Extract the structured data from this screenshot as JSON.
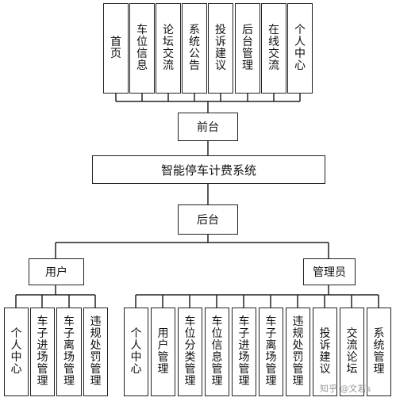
{
  "top_modules": [
    "首页",
    "车位信息",
    "论坛交流",
    "系统公告",
    "投诉建议",
    "后台管理",
    "在线交流",
    "个人中心"
  ],
  "front_label": "前台",
  "system_title": "智能停车计费系统",
  "back_label": "后台",
  "user_label": "用户",
  "admin_label": "管理员",
  "user_modules": [
    "个人中心",
    "车子进场管理",
    "车子离场管理",
    "违规处罚管理"
  ],
  "admin_modules": [
    "个人中心",
    "用户管理",
    "车位分类管理",
    "车位信息管理",
    "车子进场管理",
    "车子离场管理",
    "违规处罚管理",
    "投诉建议",
    "交流论坛",
    "系统管理"
  ],
  "watermark": {
    "text": "知乎 @文若s"
  }
}
